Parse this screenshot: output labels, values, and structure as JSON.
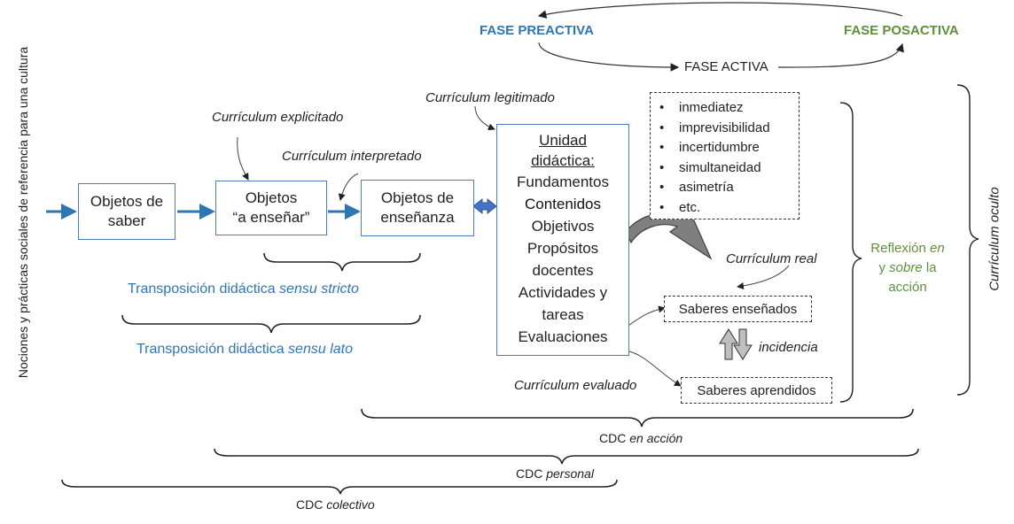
{
  "phases": {
    "preactiva": "FASE PREACTIVA",
    "posactiva": "FASE POSACTIVA",
    "activa": "FASE ACTIVA"
  },
  "vertical_left": "Nociones y prácticas sociales de referencia para una cultura",
  "vertical_right": "Currículum oculto",
  "boxes": {
    "objetos_saber": "Objetos de saber",
    "objetos_ensenar_1": "Objetos",
    "objetos_ensenar_2": "“a enseñar”",
    "objetos_ensenanza": "Objetos de enseñanza"
  },
  "curriculum_labels": {
    "explicitado": "Currículum explicitado",
    "interpretado": "Currículum interpretado",
    "legitimado": "Currículum legitimado",
    "real": "Currículum real",
    "evaluado": "Currículum evaluado"
  },
  "unidad": {
    "title_1": "Unidad",
    "title_2": "didáctica:",
    "items": [
      "Fundamentos",
      "Contenidos",
      "Objetivos",
      "Propósitos",
      "docentes",
      "Actividades y",
      "tareas",
      "Evaluaciones"
    ]
  },
  "bullets": [
    "inmediatez",
    "imprevisibilidad",
    "incertidumbre",
    "simultaneidad",
    "asimetría",
    "etc."
  ],
  "saberes": {
    "ensenados": "Saberes enseñados",
    "aprendidos": "Saberes aprendidos",
    "incidencia": "incidencia"
  },
  "reflexion": {
    "line1_a": "Reflexión ",
    "line1_b": "en",
    "line2_a": "y ",
    "line2_b": "sobre",
    "line2_c": " la",
    "line3": "acción"
  },
  "transposicion": {
    "stricto_a": "Transposición didáctica ",
    "stricto_b": "sensu stricto",
    "lato_a": "Transposición didáctica ",
    "lato_b": "sensu lato"
  },
  "cdc": {
    "accion_a": "CDC ",
    "accion_b": "en acción",
    "personal_a": "CDC ",
    "personal_b": "personal",
    "colectivo_a": "CDC ",
    "colectivo_b": "colectivo"
  },
  "colors": {
    "blue": "#2e75b6",
    "green": "#5e8f3a",
    "box_border": "#4a7ebb"
  }
}
